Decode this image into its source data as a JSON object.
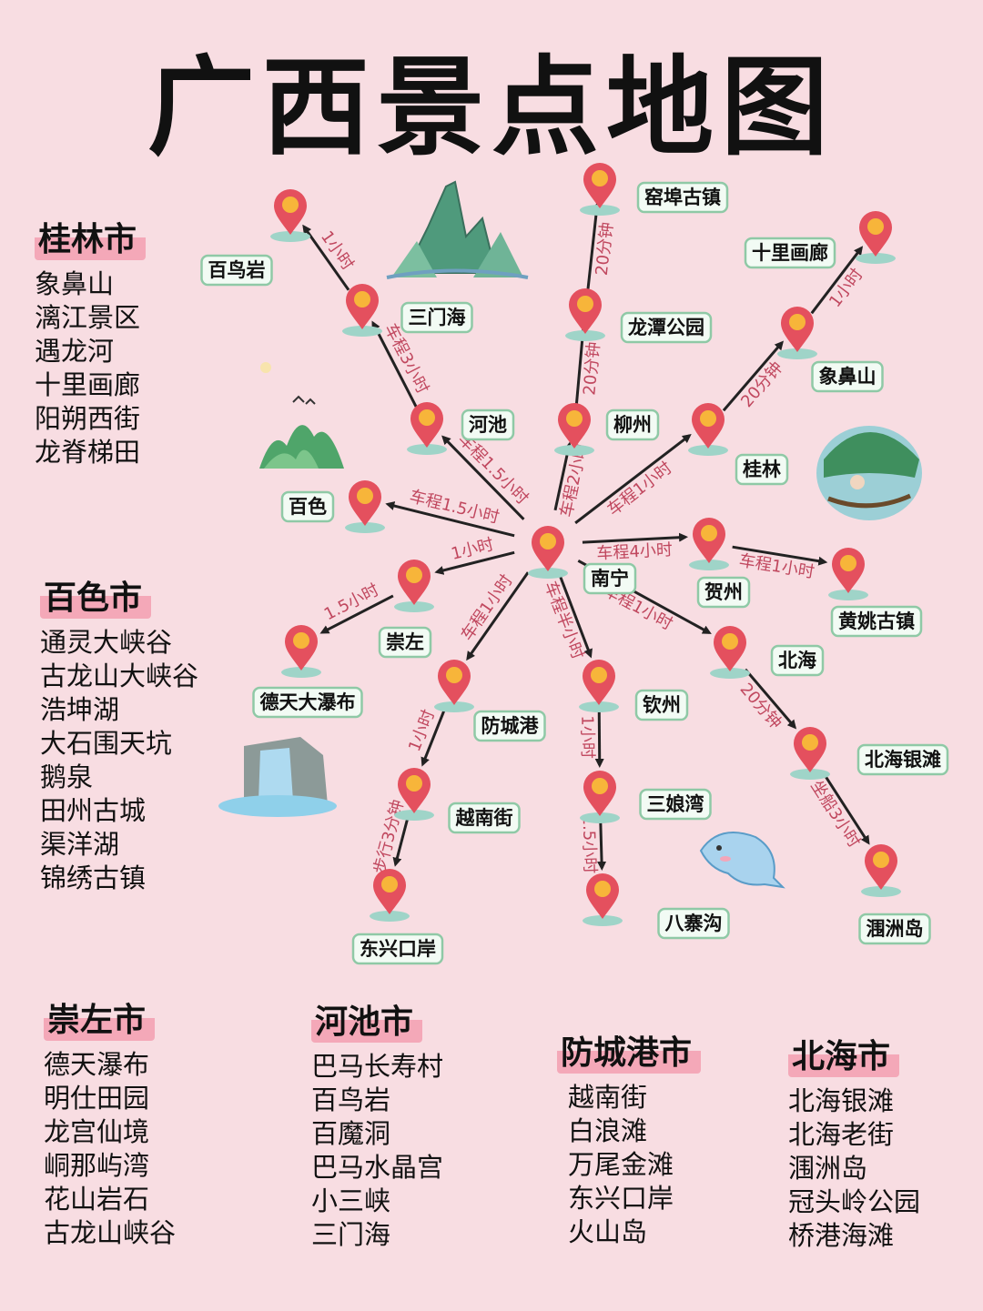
{
  "title": "广西景点地图",
  "colors": {
    "background": "#f8dde2",
    "pin": "#e4505e",
    "pin_center": "#f7b53a",
    "arrow": "#222222",
    "route_text": "#c0475e",
    "label_border": "#8fc9a6",
    "label_fill": "#f2fbf4",
    "highlight": "#f4a8b8"
  },
  "map": {
    "nodes": [
      {
        "id": "nanning",
        "name": "南宁"
      },
      {
        "id": "baiseniao",
        "name": "百鸟岩"
      },
      {
        "id": "sanmenhai",
        "name": "三门海"
      },
      {
        "id": "hechi",
        "name": "河池"
      },
      {
        "id": "baise",
        "name": "百色"
      },
      {
        "id": "chongzuo",
        "name": "崇左"
      },
      {
        "id": "detian",
        "name": "德天大瀑布"
      },
      {
        "id": "fangchenggang",
        "name": "防城港"
      },
      {
        "id": "yuenanjie",
        "name": "越南街"
      },
      {
        "id": "dongxing",
        "name": "东兴口岸"
      },
      {
        "id": "qinzhou",
        "name": "钦州"
      },
      {
        "id": "sanniangwan",
        "name": "三娘湾"
      },
      {
        "id": "bazhaigou",
        "name": "八寨沟"
      },
      {
        "id": "liuzhou",
        "name": "柳州"
      },
      {
        "id": "longtan",
        "name": "龙潭公园"
      },
      {
        "id": "yaobu",
        "name": "窑埠古镇"
      },
      {
        "id": "guilin",
        "name": "桂林"
      },
      {
        "id": "xiangbishan",
        "name": "象鼻山"
      },
      {
        "id": "shilihualang",
        "name": "十里画廊"
      },
      {
        "id": "hezhou",
        "name": "贺州"
      },
      {
        "id": "huangyao",
        "name": "黄姚古镇"
      },
      {
        "id": "beihai",
        "name": "北海"
      },
      {
        "id": "beihaiyintan",
        "name": "北海银滩"
      },
      {
        "id": "weizhoudao",
        "name": "涠洲岛"
      }
    ],
    "routes": [
      {
        "from": "nanning",
        "to": "hechi",
        "label": "车程1.5小时"
      },
      {
        "from": "hechi",
        "to": "sanmenhai",
        "label": "车程3小时"
      },
      {
        "from": "sanmenhai",
        "to": "baiseniao",
        "label": "1小时"
      },
      {
        "from": "nanning",
        "to": "baise",
        "label": "车程1.5小时"
      },
      {
        "from": "nanning",
        "to": "chongzuo",
        "label": "1小时"
      },
      {
        "from": "chongzuo",
        "to": "detian",
        "label": "1.5小时"
      },
      {
        "from": "nanning",
        "to": "fangchenggang",
        "label": "车程1小时"
      },
      {
        "from": "fangchenggang",
        "to": "yuenanjie",
        "label": "1小时"
      },
      {
        "from": "yuenanjie",
        "to": "dongxing",
        "label": "步行3分钟"
      },
      {
        "from": "nanning",
        "to": "qinzhou",
        "label": "车程半小时"
      },
      {
        "from": "qinzhou",
        "to": "sanniangwan",
        "label": "1小时"
      },
      {
        "from": "sanniangwan",
        "to": "bazhaigou",
        "label": "1.5小时"
      },
      {
        "from": "nanning",
        "to": "liuzhou",
        "label": "车程2小时"
      },
      {
        "from": "liuzhou",
        "to": "longtan",
        "label": "20分钟"
      },
      {
        "from": "longtan",
        "to": "yaobu",
        "label": "20分钟"
      },
      {
        "from": "nanning",
        "to": "guilin",
        "label": "车程1小时"
      },
      {
        "from": "guilin",
        "to": "xiangbishan",
        "label": "20分钟"
      },
      {
        "from": "xiangbishan",
        "to": "shilihualang",
        "label": "1小时"
      },
      {
        "from": "nanning",
        "to": "hezhou",
        "label": "车程4小时"
      },
      {
        "from": "hezhou",
        "to": "huangyao",
        "label": "车程1小时"
      },
      {
        "from": "nanning",
        "to": "beihai",
        "label": "车程1小时"
      },
      {
        "from": "beihai",
        "to": "beihaiyintan",
        "label": "20分钟"
      },
      {
        "from": "beihaiyintan",
        "to": "weizhoudao",
        "label": "坐船3小时"
      }
    ]
  },
  "cities": {
    "guilin": {
      "name": "桂林市",
      "items": [
        "象鼻山",
        "漓江景区",
        "遇龙河",
        "十里画廊",
        "阳朔西街",
        "龙脊梯田"
      ]
    },
    "baise": {
      "name": "百色市",
      "items": [
        "通灵大峡谷",
        "古龙山大峡谷",
        "浩坤湖",
        "大石围天坑",
        "鹅泉",
        "田州古城",
        "渠洋湖",
        "锦绣古镇"
      ]
    },
    "chongzuo": {
      "name": "崇左市",
      "items": [
        "德天瀑布",
        "明仕田园",
        "龙宫仙境",
        "峒那屿湾",
        "花山岩石",
        "古龙山峡谷"
      ]
    },
    "hechi": {
      "name": "河池市",
      "items": [
        "巴马长寿村",
        "百鸟岩",
        "百魔洞",
        "巴马水晶宫",
        "小三峡",
        "三门海"
      ]
    },
    "fangchenggang": {
      "name": "防城港市",
      "items": [
        "越南街",
        "白浪滩",
        "万尾金滩",
        "东兴口岸",
        "火山岛"
      ]
    },
    "beihai": {
      "name": "北海市",
      "items": [
        "北海银滩",
        "北海老街",
        "涠洲岛",
        "冠头岭公园",
        "桥港海滩"
      ]
    }
  }
}
